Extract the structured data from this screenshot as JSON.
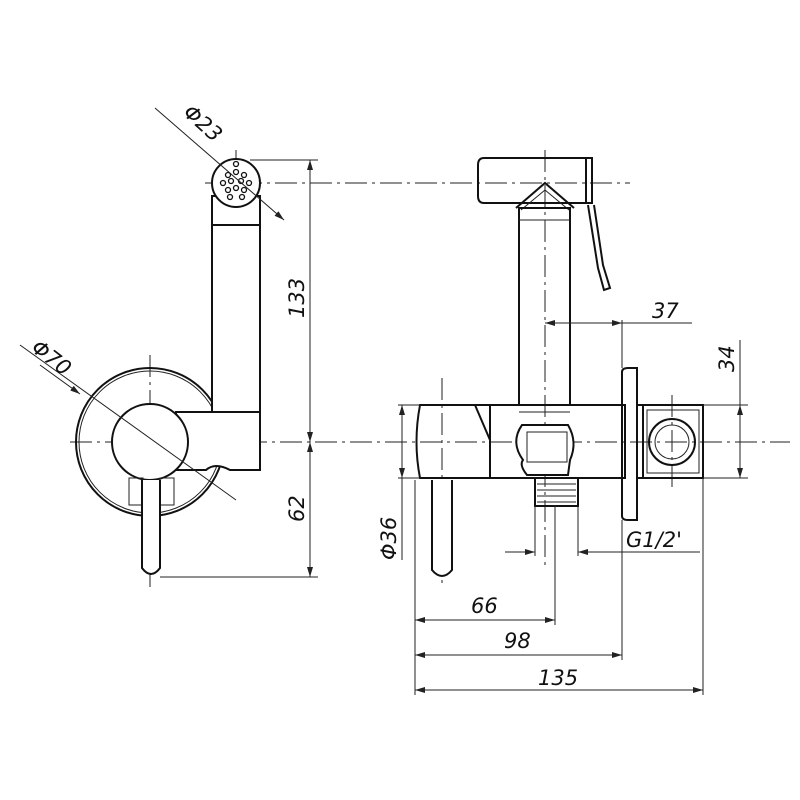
{
  "drawing": {
    "dimensions": {
      "spray_head_diameter": "Φ23",
      "rosette_diameter": "Φ70",
      "height_upper": "133",
      "height_lower": "62",
      "wall_offset": "37",
      "connector_height": "34",
      "body_diameter": "Φ36",
      "thread": "G1/2'",
      "length_66": "66",
      "length_98": "98",
      "length_135": "135"
    }
  }
}
